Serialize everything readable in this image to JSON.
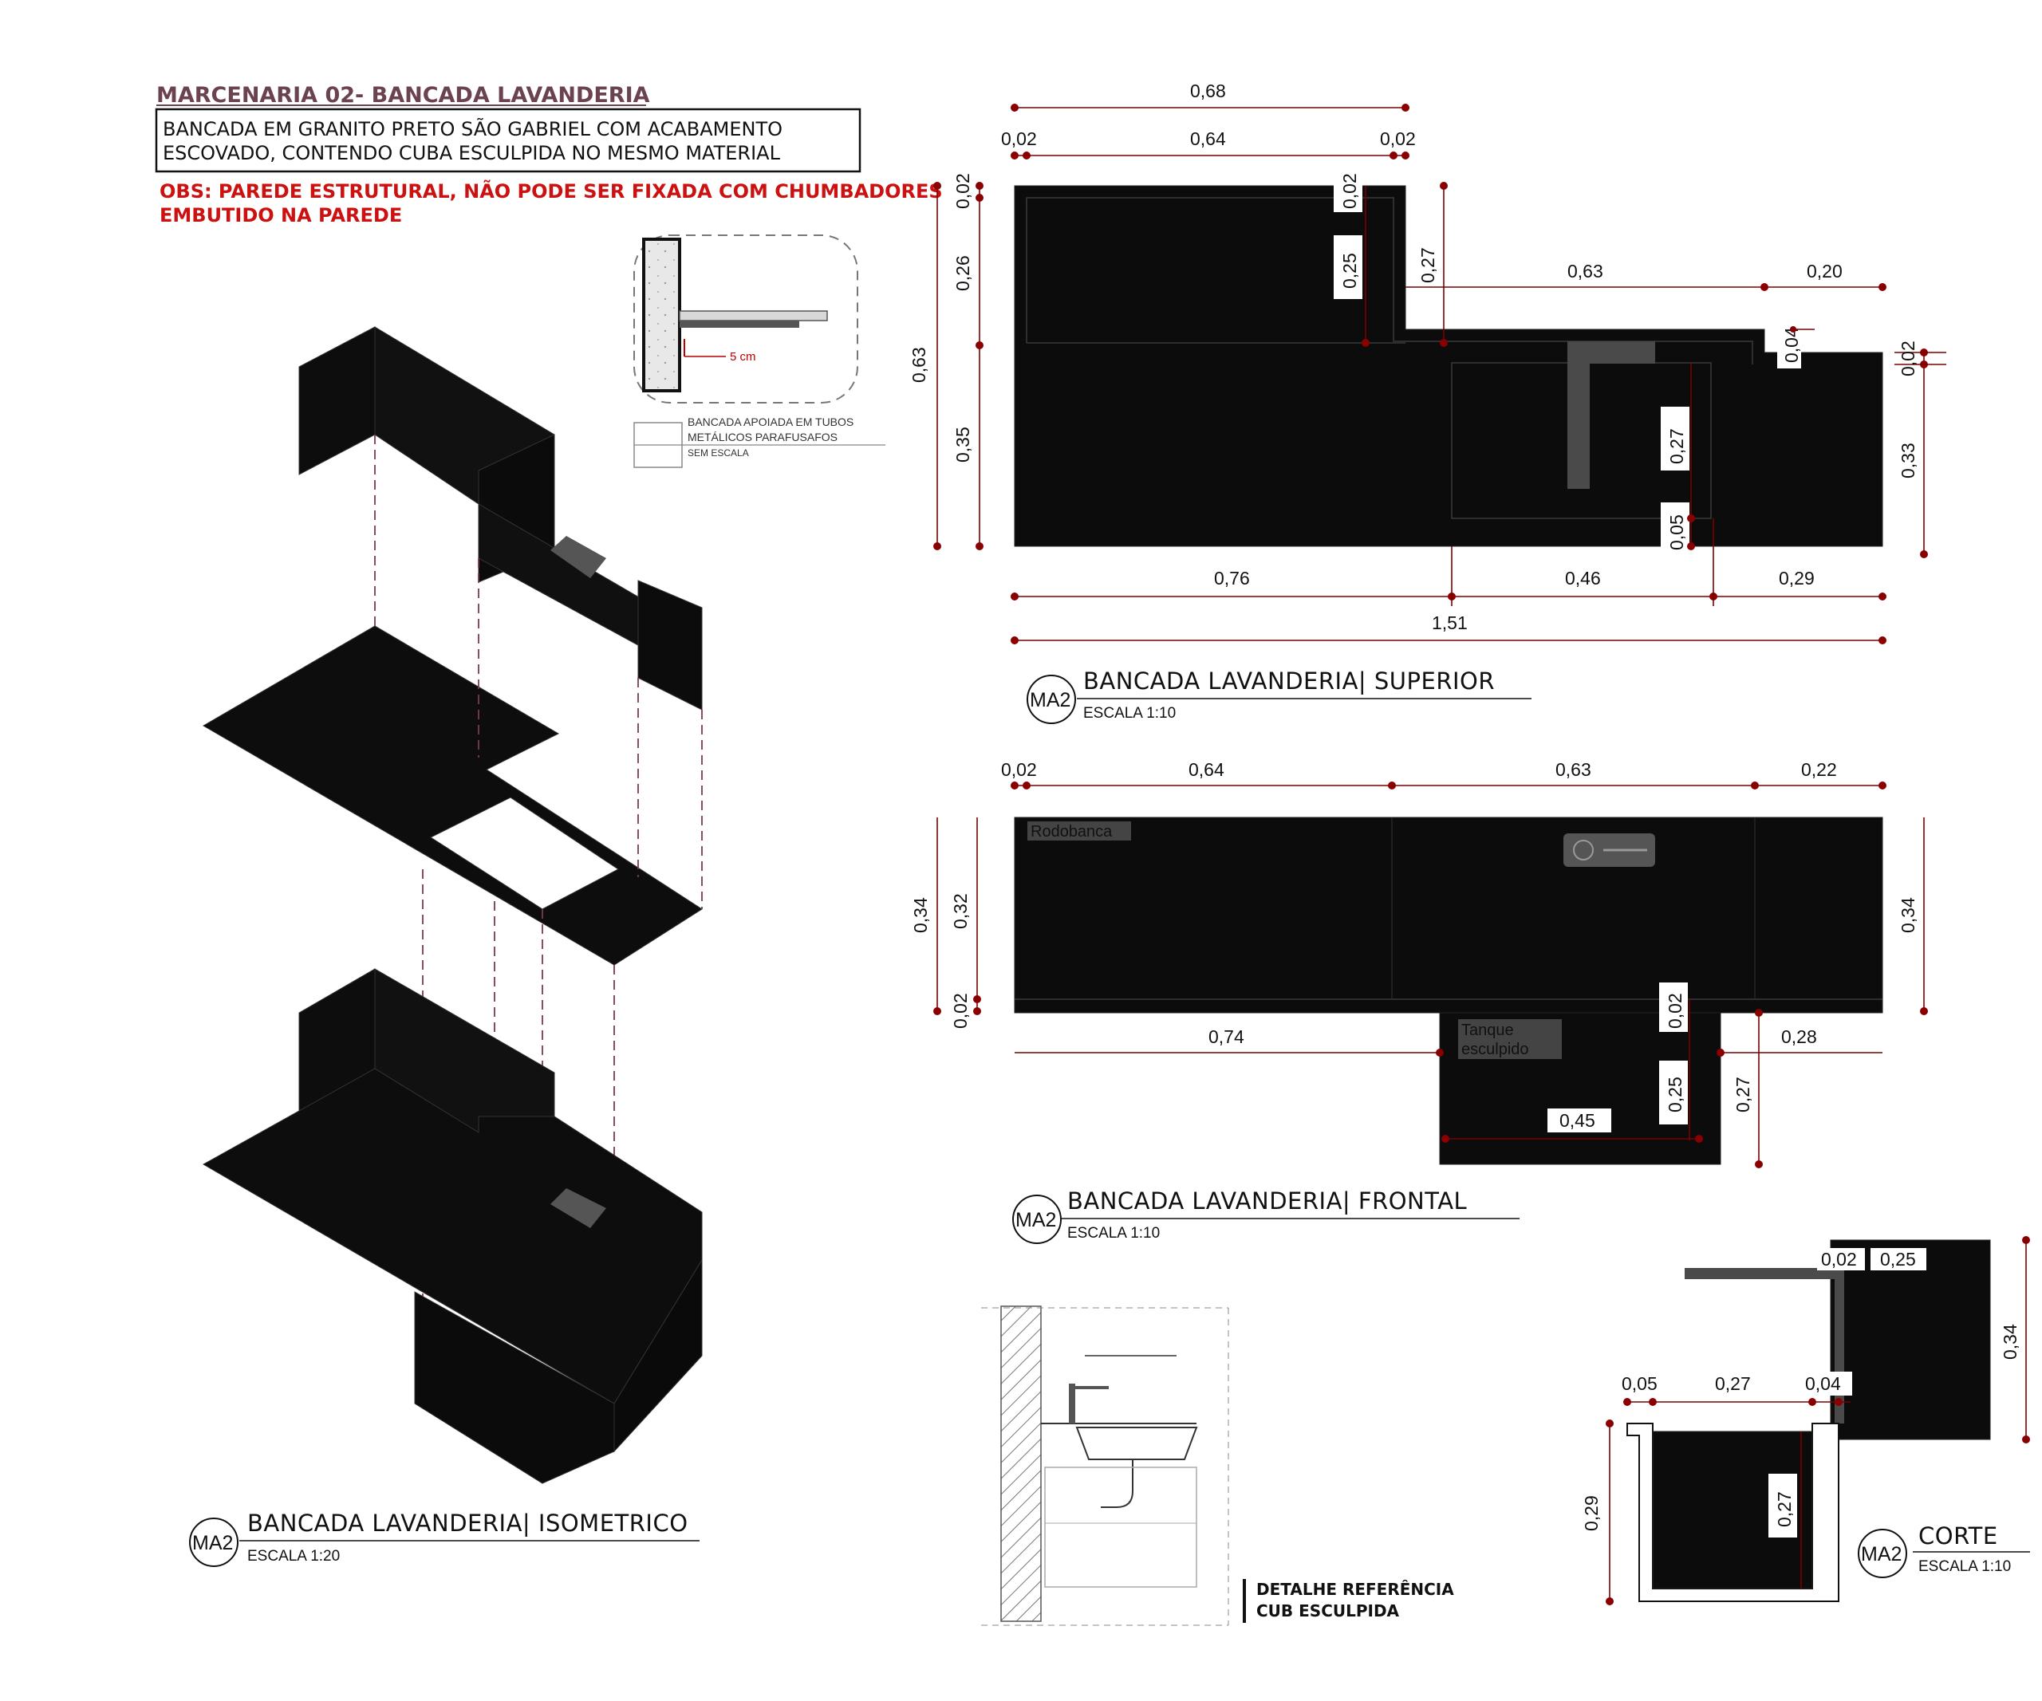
{
  "header": {
    "title": "MARCENARIA 02- BANCADA LAVANDERIA",
    "spec_line1": "BANCADA EM GRANITO PRETO SÃO GABRIEL COM ACABAMENTO",
    "spec_line2": "ESCOVADO, CONTENDO CUBA ESCULPIDA NO MESMO MATERIAL",
    "obs_line1": "OBS: PAREDE ESTRUTURAL, NÃO PODE SER FIXADA COM CHUMBADORES",
    "obs_line2": "EMBUTIDO NA PAREDE"
  },
  "support_detail": {
    "dimension": "5 cm",
    "note_line1": "BANCADA APOIADA EM TUBOS",
    "note_line2": "METÁLICOS PARAFUSAFOS",
    "note_line3": "SEM ESCALA"
  },
  "views": {
    "isometric": {
      "tag": "MA2",
      "title": "BANCADA LAVANDERIA| ISOMETRICO",
      "scale": "ESCALA 1:20"
    },
    "superior": {
      "tag": "MA2",
      "title": "BANCADA LAVANDERIA| SUPERIOR",
      "scale": "ESCALA 1:10"
    },
    "frontal": {
      "tag": "MA2",
      "title": "BANCADA LAVANDERIA| FRONTAL",
      "scale": "ESCALA 1:10"
    },
    "corte": {
      "tag": "MA2",
      "title": "CORTE",
      "scale": "ESCALA 1:10"
    }
  },
  "superior_dims": {
    "top_total": "0,68",
    "left_edge": "0,02",
    "mid": "0,64",
    "right_edge": "0,02",
    "v_02": "0,02",
    "v_26": "0,26",
    "v_63": "0,63",
    "v_35": "0,35",
    "v_02b": "0,02",
    "v_25": "0,25",
    "v_27": "0,27",
    "h_63": "0,63",
    "h_20": "0,20",
    "v_04": "0,04",
    "v_02c": "0,02",
    "v_33": "0,33",
    "v_27b": "0,27",
    "v_05": "0,05",
    "b_76": "0,76",
    "b_46": "0,46",
    "b_29": "0,29",
    "b_total": "1,51"
  },
  "frontal_dims": {
    "t_02": "0,02",
    "t_64": "0,64",
    "t_63": "0,63",
    "t_22": "0,22",
    "v_34": "0,34",
    "v_32": "0,32",
    "v_02": "0,02",
    "v_34r": "0,34",
    "b_74": "0,74",
    "b_28": "0,28",
    "v_02b": "0,02",
    "v_25": "0,25",
    "v_27": "0,27",
    "w_45": "0,45",
    "label_rodobanca": "Rodobanca",
    "label_tanque1": "Tanque",
    "label_tanque2": "esculpido"
  },
  "corte_dims": {
    "t_02": "0,02",
    "t_25": "0,25",
    "v_34": "0,34",
    "m_05": "0,05",
    "m_27": "0,27",
    "m_04": "0,04",
    "v_29": "0,29",
    "v_27": "0,27"
  },
  "reference_detail": {
    "line1": "DETALHE REFERÊNCIA",
    "line2": "CUB ESCULPIDA"
  }
}
